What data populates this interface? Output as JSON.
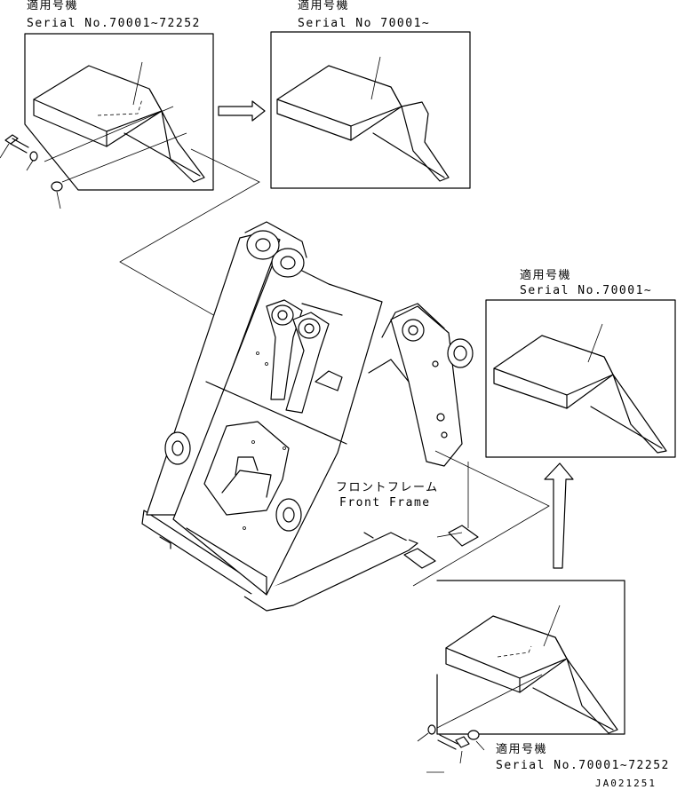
{
  "labels": {
    "top_left_model": "適用号機",
    "top_left_serial": "Serial No.70001~72252",
    "top_right_model": "適用号機",
    "top_right_serial": "Serial No 70001~",
    "mid_right_model": "適用号機",
    "mid_right_serial": "Serial No.70001~",
    "bottom_model": "適用号機",
    "bottom_serial": "Serial No.70001~72252",
    "front_frame_jp": "フロントフレーム",
    "front_frame_en": "Front Frame",
    "drawing_id": "JA021251"
  }
}
